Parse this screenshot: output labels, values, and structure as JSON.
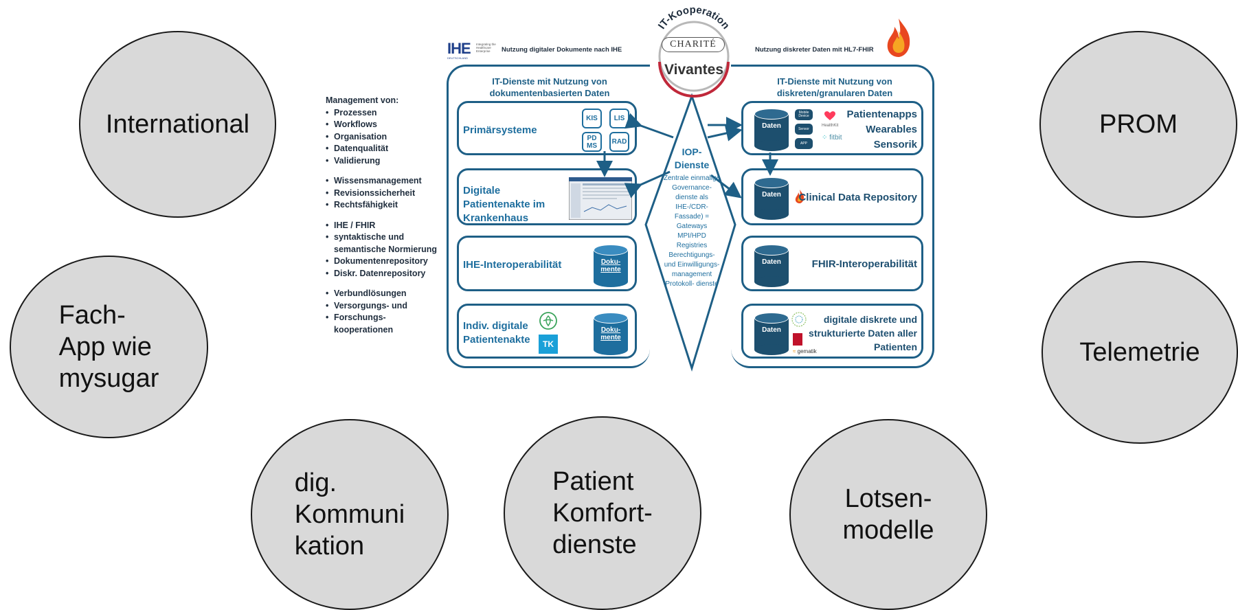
{
  "circles": {
    "international": "International",
    "prom": "PROM",
    "fachapp": "Fach-\nApp wie\nmysugar",
    "telemetrie": "Telemetrie",
    "digkomm": "dig.\nKommuni\nkation",
    "komfort": "Patient\nKomfort-\ndienste",
    "lotsen": "Lotsen-\nmodelle"
  },
  "management": {
    "heading": "Management von:",
    "group1": [
      "Prozessen",
      "Workflows",
      "Organisation",
      "Datenqualität",
      "Validierung"
    ],
    "group2": [
      "Wissensmanagement",
      "Revisionssicherheit",
      "Rechtsfähigkeit"
    ],
    "group3": [
      "IHE / FHIR",
      "syntaktische und semantische Normierung",
      "Dokumentenrepository",
      "Diskr. Datenrepository"
    ],
    "group4": [
      "Verbundlösungen",
      "Versorgungs- und",
      "Forschungs- kooperationen"
    ]
  },
  "logos": {
    "ihe": "IHE",
    "ihe_sub": "DEUTSCHLAND",
    "ihe_tag": "Integrating the Healthcare Enterprise",
    "kooperation": "IT-Kooperation",
    "charite": "CHARITÉ",
    "vivantes": "Vivantes",
    "healthkit": "HealthKit",
    "fitbit": "fitbit",
    "gematik": "gematik",
    "tk": "TK"
  },
  "left_panel": {
    "header": "Nutzung digitaler Dokumente nach IHE",
    "title": "IT-Dienste mit Nutzung von dokumentenbasierten Daten",
    "primaer": "Primärsysteme",
    "kis": "KIS",
    "lis": "LIS",
    "pdms": "PD MS",
    "rad": "RAD",
    "epa_kh": "Digitale Patientenakte im Krankenhaus",
    "ihe_iop": "IHE-Interoperabilität",
    "indiv": "Indiv. digitale Patientenakte",
    "dokumente": "Doku- mente"
  },
  "iop": {
    "title": "IOP- Dienste",
    "text": "Zentrale einmalige Governance- dienste als IHE-/CDR- Fassade) = Gateways MPI/HPD Registries Berechtigungs- und Einwilligungs- management Protokoll- dienste"
  },
  "right_panel": {
    "header": "Nutzung diskreter Daten mit HL7-FHIR",
    "title": "IT-Dienste mit Nutzung von diskreten/granularen Daten",
    "daten": "Daten",
    "mobile": "Mobile Device",
    "sensor": "Sensor",
    "app": "APP",
    "apps_label": "Patientenapps Wearables Sensorik",
    "cdr": "Clinical Data Repository",
    "fhir_iop": "FHIR-Interoperabilität",
    "diskret": "digitale diskrete und strukturierte Daten aller Patienten"
  },
  "colors": {
    "panel_border": "#1e5f86",
    "cylinder": "#1d4f6e",
    "circle_fill": "#d9d9d9"
  }
}
